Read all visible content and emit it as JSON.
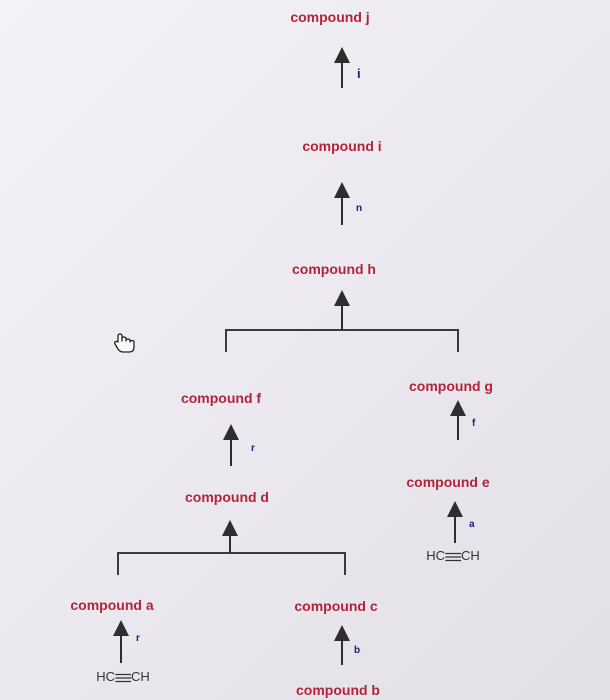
{
  "nodes": {
    "j": "compound j",
    "i": "compound i",
    "h": "compound h",
    "f": "compound f",
    "g": "compound g",
    "d": "compound d",
    "e": "compound e",
    "a": "compound a",
    "c": "compound c",
    "b": "compound b"
  },
  "reagents": {
    "i_to_j": "i",
    "h_to_i": "n",
    "d_to_f": "r",
    "e_to_g": "f",
    "acetylene_to_e": "a",
    "acetylene_to_a": "r",
    "b_to_c": "b"
  },
  "starting_materials": {
    "right": {
      "left": "HC",
      "right": "CH"
    },
    "left": {
      "left": "HC",
      "right": "CH"
    }
  },
  "icons": {
    "cursor": "hand-pointer-icon"
  },
  "colors": {
    "label": "#b3243a",
    "reagent": "#1b1b7a",
    "line": "#3a3a3a",
    "background": "#eceaf0"
  }
}
